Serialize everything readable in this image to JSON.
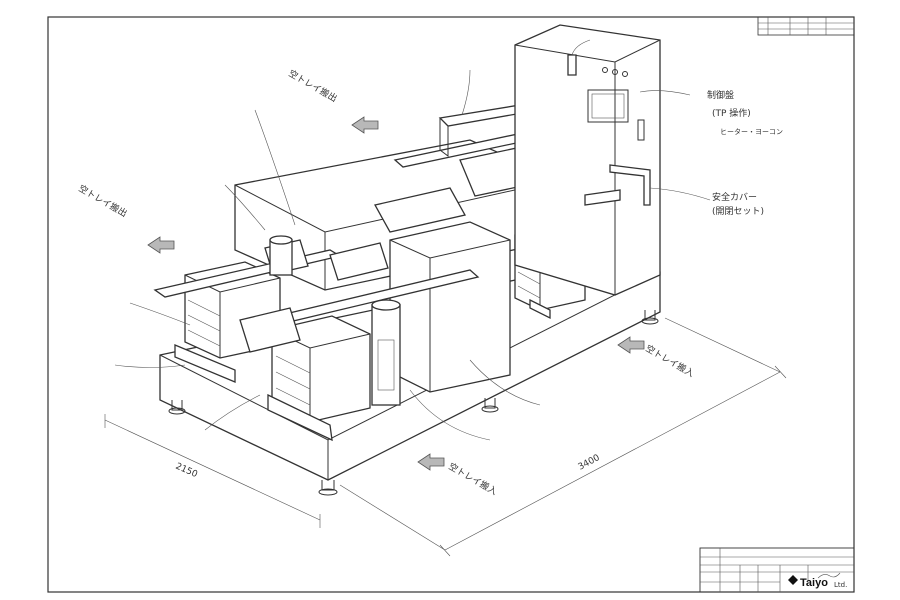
{
  "title_block": {
    "logo_text": "Taiyo",
    "logo_suffix": "Ltd."
  },
  "labels": {
    "control_panel": "制御盤",
    "control_panel_sub": "(TP 操作)",
    "control_panel_sub2": "ヒーター・ヨーコン",
    "safety_cover": "安全カバー",
    "safety_cover_sub": "(開閉セット)",
    "empty_tray_out_top": "空トレイ搬出",
    "empty_tray_out_left": "空トレイ搬出",
    "empty_tray_in_right": "空トレイ搬入",
    "empty_tray_in_bottom": "空トレイ搬入",
    "dim_width": "2150",
    "dim_length": "3400"
  }
}
